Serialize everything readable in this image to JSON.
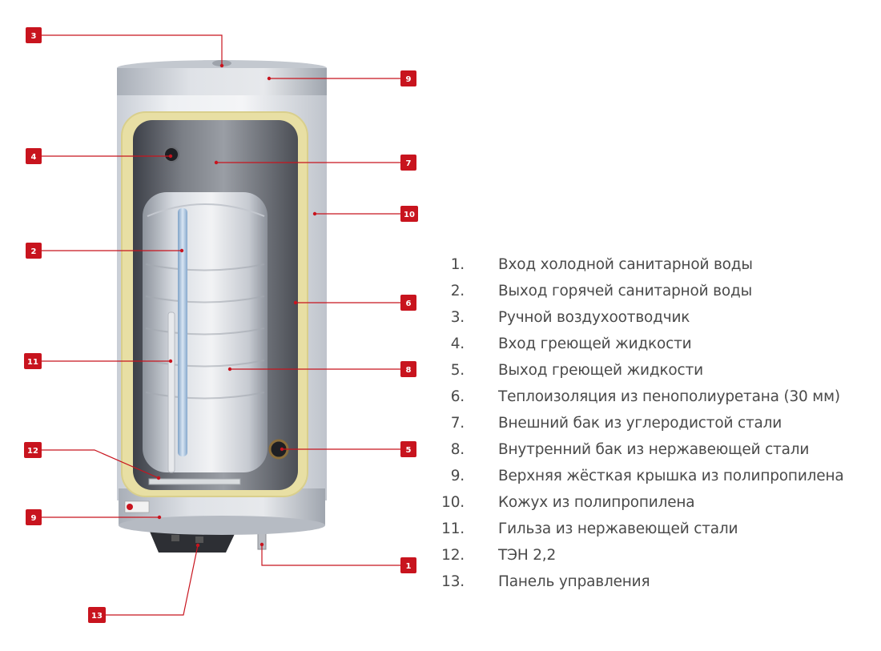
{
  "callouts": [
    {
      "id": "3",
      "target": "manual-air-vent"
    },
    {
      "id": "9",
      "target": "top-cover"
    },
    {
      "id": "4",
      "target": "heating-fluid-inlet"
    },
    {
      "id": "7",
      "target": "outer-tank"
    },
    {
      "id": "10",
      "target": "casing"
    },
    {
      "id": "2",
      "target": "hot-water-outlet"
    },
    {
      "id": "6",
      "target": "insulation"
    },
    {
      "id": "11",
      "target": "sleeve"
    },
    {
      "id": "8",
      "target": "inner-tank"
    },
    {
      "id": "12",
      "target": "heating-element"
    },
    {
      "id": "5",
      "target": "heating-fluid-outlet"
    },
    {
      "id": "9",
      "target": "bottom-cover"
    },
    {
      "id": "1",
      "target": "cold-water-inlet"
    },
    {
      "id": "13",
      "target": "control-panel"
    }
  ],
  "legend": [
    {
      "num": "1.",
      "text": "Вход холодной санитарной воды"
    },
    {
      "num": "2.",
      "text": "Выход горячей санитарной воды"
    },
    {
      "num": "3.",
      "text": "Ручной воздухоотводчик"
    },
    {
      "num": "4.",
      "text": "Вход греющей жидкости"
    },
    {
      "num": "5.",
      "text": "Выход греющей жидкости"
    },
    {
      "num": "6.",
      "text": "Теплоизоляция из пенополиуретана (30 мм)"
    },
    {
      "num": "7.",
      "text": "Внешний бак из углеродистой стали"
    },
    {
      "num": "8.",
      "text": "Внутренний бак из нержавеющей стали"
    },
    {
      "num": "9.",
      "text": "Верхняя жёсткая крышка из полипропилена"
    },
    {
      "num": "10.",
      "text": "Кожух из полипропилена"
    },
    {
      "num": "11.",
      "text": "Гильза из нержавеющей стали"
    },
    {
      "num": "12.",
      "text": "ТЭН 2,2"
    },
    {
      "num": "13.",
      "text": "Панель управления"
    }
  ],
  "colors": {
    "callout_red": "#c8141e",
    "legend_text": "#4a4a4a",
    "insulation": "#e8dfa4",
    "casing": "#e4e7ec"
  }
}
